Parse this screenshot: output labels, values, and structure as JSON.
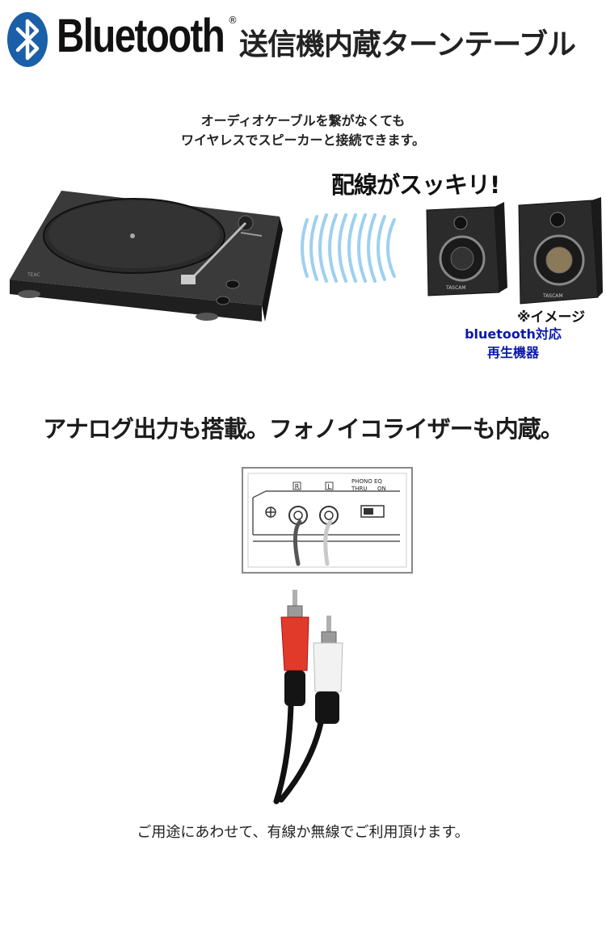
{
  "header": {
    "brand_word": "Bluetooth",
    "registered_mark": "®",
    "title": "送信機内蔵ターンテーブル"
  },
  "wireless": {
    "intro_lines": [
      "オーディオケーブルを繋がなくても",
      "ワイヤレスでスピーカーと接続できます。"
    ],
    "claim": "配線がスッキリ!",
    "image_note": "※イメージ",
    "device_label_lines": [
      "bluetooth対応",
      "再生機器"
    ],
    "speaker_brand": "TASCAM",
    "turntable_brand": "TEAC"
  },
  "analog": {
    "heading": "アナログ出力も搭載。フォノイコライザーも内蔵。",
    "panel": {
      "jack_r": "R",
      "jack_l": "L",
      "switch_title": "PHONO EQ",
      "switch_off": "THRU",
      "switch_on": "ON"
    }
  },
  "closing": "ご用途にあわせて、有線か無線でご利用頂けます。",
  "colors": {
    "text": "#222222",
    "device_label": "#0a1aa8",
    "wave": "#9fd0ef",
    "plug_red": "#e23a2a",
    "plug_white": "#f2f2f2"
  }
}
